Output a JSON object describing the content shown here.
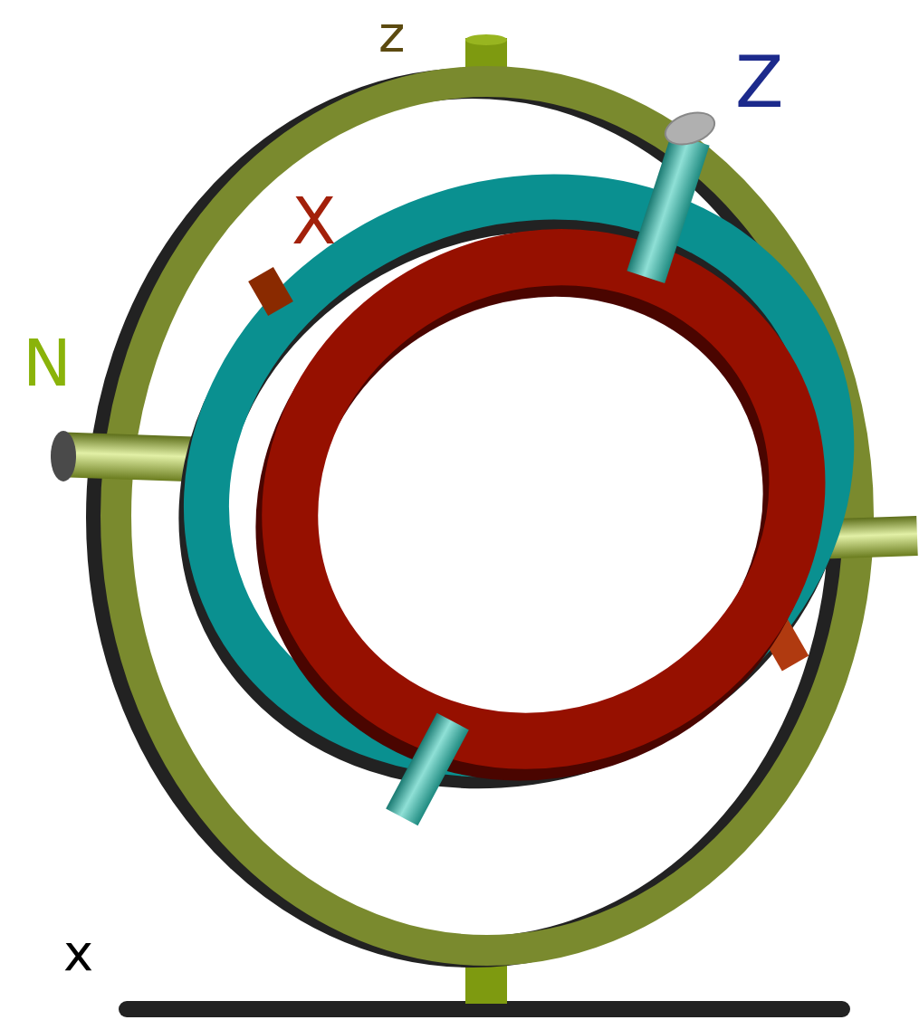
{
  "diagram": {
    "labels": [
      "z",
      "Z",
      "X",
      "N",
      "x"
    ]
  }
}
